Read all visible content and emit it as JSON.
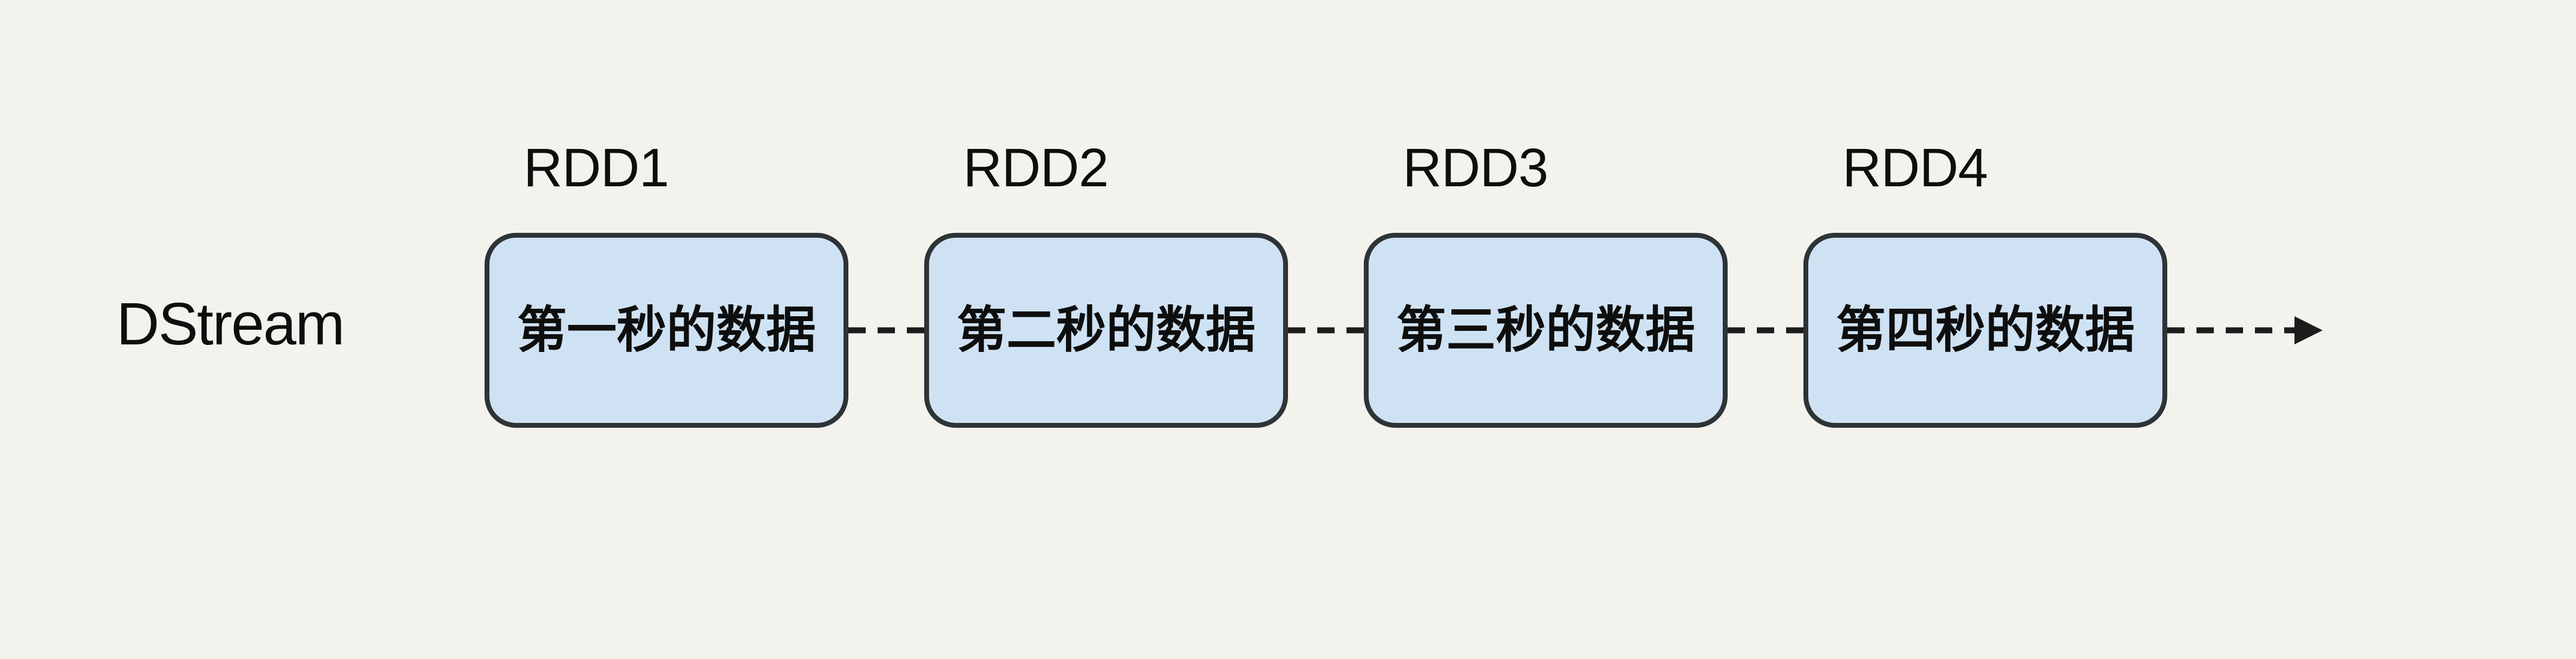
{
  "diagram": {
    "stream_label": "DStream",
    "rdds": [
      {
        "label": "RDD1",
        "box_text": "第一秒的数据"
      },
      {
        "label": "RDD2",
        "box_text": "第二秒的数据"
      },
      {
        "label": "RDD3",
        "box_text": "第三秒的数据"
      },
      {
        "label": "RDD4",
        "box_text": "第四秒的数据"
      }
    ],
    "colors": {
      "background": "#f3f2ed",
      "box_fill": "#cfe2f3",
      "box_border": "#2e3336",
      "text": "#0e0e0e",
      "connector": "#1c1c1c"
    }
  }
}
